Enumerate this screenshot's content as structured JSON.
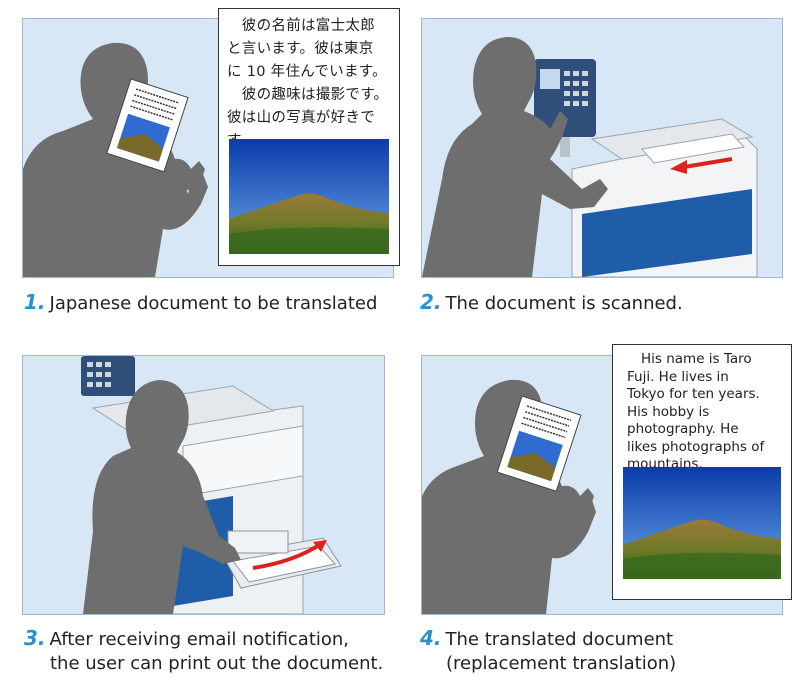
{
  "steps": [
    {
      "number": "1.",
      "text": "Japanese document to be translated"
    },
    {
      "number": "2.",
      "text": "The document is scanned."
    },
    {
      "number": "3.",
      "line1": "After receiving email notification,",
      "line2": "the user can print out the document."
    },
    {
      "number": "4.",
      "line1": "The translated document",
      "line2": "(replacement translation)"
    }
  ],
  "japanese_doc": {
    "lines": [
      "　彼の名前は富士太郎",
      "と言います。彼は東京",
      "に 10 年住んでいます。",
      "　彼の趣味は撮影です。",
      "彼は山の写真が好きです。"
    ]
  },
  "translated_doc": {
    "lines": [
      "His name is Taro",
      "Fuji. He lives in",
      "Tokyo for ten years.",
      "His hobby is",
      "photography. He",
      "likes photographs of",
      "mountains."
    ]
  },
  "colors": {
    "panel_bg": "#d8e7f5",
    "silhouette": "#6e6e6e",
    "step_number": "#2a8fd0",
    "machine_blue": "#1f5da8",
    "arrow_red": "#d9231d"
  }
}
